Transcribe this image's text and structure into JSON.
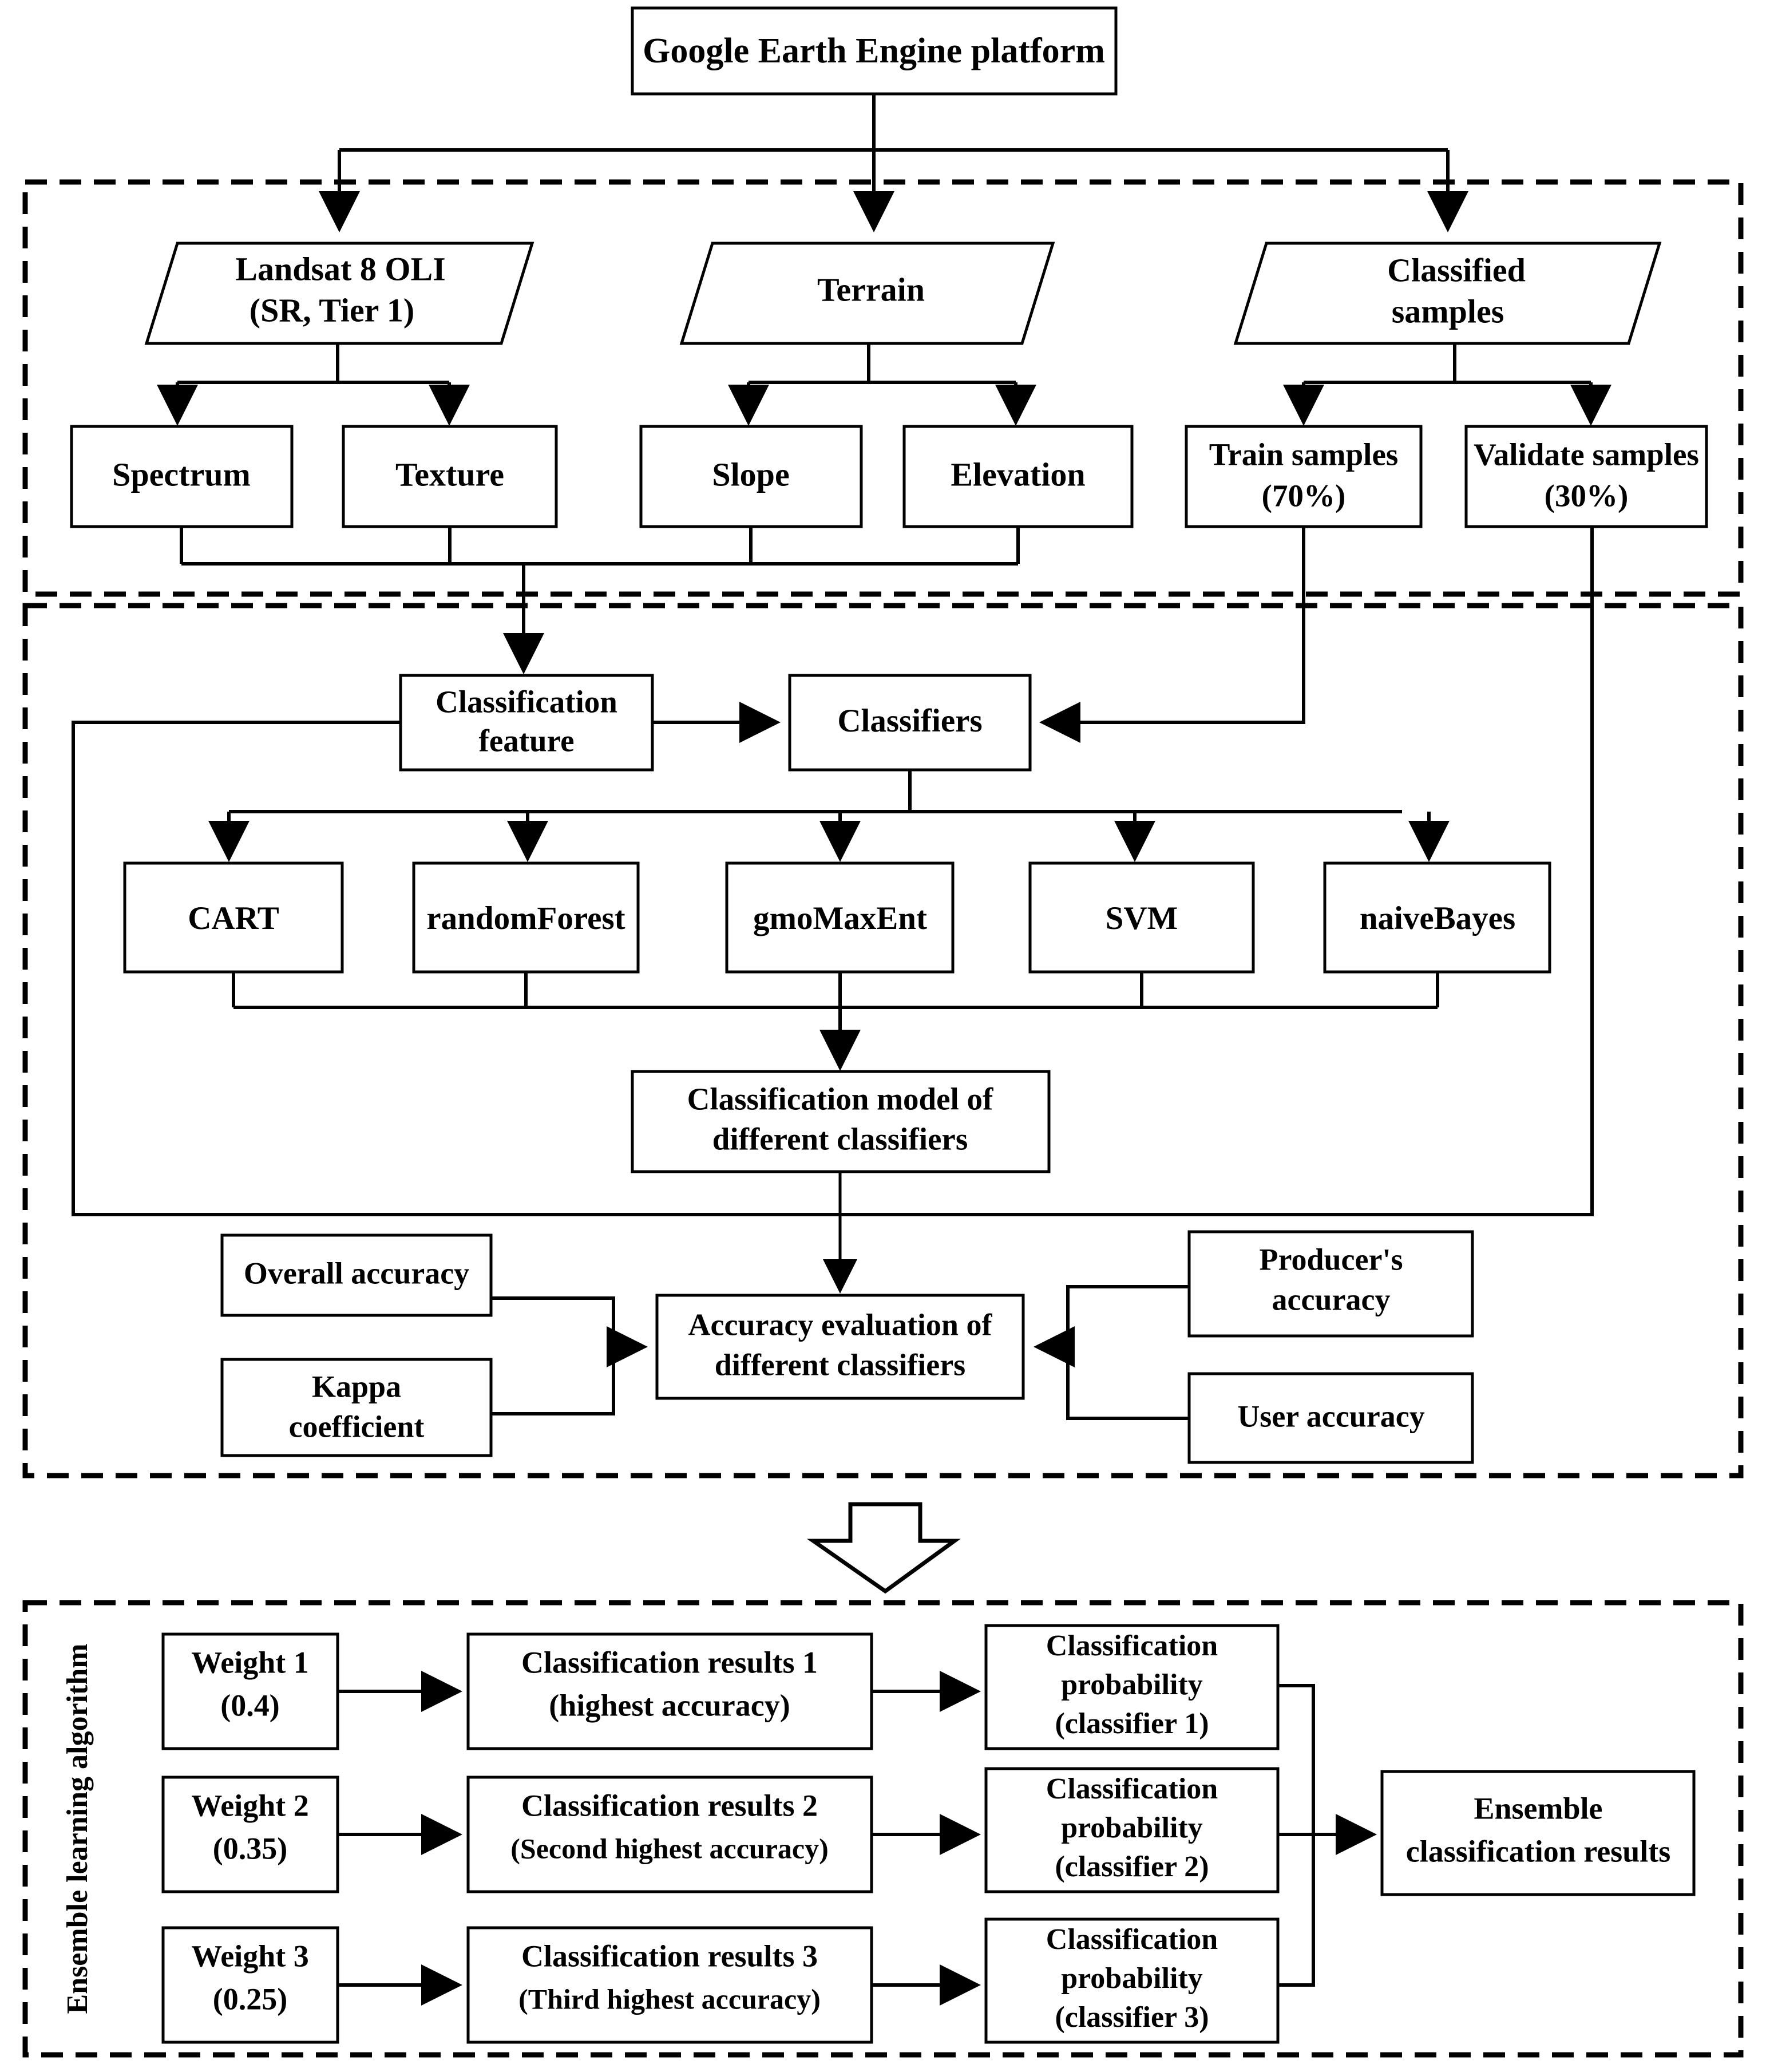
{
  "diagram": {
    "title": "Google Earth Engine classification and ensemble learning workflow",
    "platform": {
      "label": "Google Earth Engine platform"
    },
    "data_sources": [
      {
        "id": "landsat",
        "line1": "Landsat 8 OLI",
        "line2": "(SR, Tier 1)",
        "shape": "parallelogram"
      },
      {
        "id": "terrain",
        "line1": "Terrain",
        "line2": "",
        "shape": "parallelogram"
      },
      {
        "id": "classified-samples",
        "line1": "Classified",
        "line2": "samples",
        "shape": "parallelogram"
      }
    ],
    "features": [
      {
        "id": "spectrum",
        "label": "Spectrum"
      },
      {
        "id": "texture",
        "label": "Texture"
      },
      {
        "id": "slope",
        "label": "Slope"
      },
      {
        "id": "elevation",
        "label": "Elevation"
      }
    ],
    "samples": [
      {
        "id": "train-samples",
        "line1": "Train samples",
        "line2": "(70%)"
      },
      {
        "id": "validate-samples",
        "line1": "Validate samples",
        "line2": "(30%)"
      }
    ],
    "classification": {
      "feature_box": {
        "line1": "Classification",
        "line2": "feature"
      },
      "classifiers_box": {
        "label": "Classifiers"
      },
      "classifiers": [
        {
          "id": "cart",
          "label": "CART"
        },
        {
          "id": "random-forest",
          "label": "randomForest"
        },
        {
          "id": "gmo-maxent",
          "label": "gmoMaxEnt"
        },
        {
          "id": "svm",
          "label": "SVM"
        },
        {
          "id": "naive-bayes",
          "label": "naiveBayes"
        }
      ],
      "model_box": {
        "line1": "Classification model of",
        "line2": "different classifiers"
      }
    },
    "accuracy": {
      "evaluation_box": {
        "line1": "Accuracy evaluation of",
        "line2": "different classifiers"
      },
      "left_metrics": [
        {
          "id": "overall-accuracy",
          "line1": "Overall accuracy",
          "line2": ""
        },
        {
          "id": "kappa-coefficient",
          "line1": "Kappa",
          "line2": "coefficient"
        }
      ],
      "right_metrics": [
        {
          "id": "producers-accuracy",
          "line1": "Producer's",
          "line2": "accuracy"
        },
        {
          "id": "user-accuracy",
          "line1": "User accuracy",
          "line2": ""
        }
      ]
    },
    "ensemble": {
      "side_label": "Ensemble learning algorithm",
      "rows": [
        {
          "weight": {
            "id": "weight-1",
            "line1": "Weight 1",
            "line2": "(0.4)"
          },
          "result": {
            "id": "classification-results-1",
            "line1": "Classification results 1",
            "line2": "(highest accuracy)"
          },
          "probability": {
            "id": "classification-probability-1",
            "line1": "Classification",
            "line2": "probability",
            "line3": "(classifier 1)"
          }
        },
        {
          "weight": {
            "id": "weight-2",
            "line1": "Weight 2",
            "line2": "(0.35)"
          },
          "result": {
            "id": "classification-results-2",
            "line1": "Classification results 2",
            "line2": "(Second highest accuracy)"
          },
          "probability": {
            "id": "classification-probability-2",
            "line1": "Classification",
            "line2": "probability",
            "line3": "(classifier 2)"
          }
        },
        {
          "weight": {
            "id": "weight-3",
            "line1": "Weight 3",
            "line2": "(0.25)"
          },
          "result": {
            "id": "classification-results-3",
            "line1": "Classification results 3",
            "line2": "(Third highest accuracy)"
          },
          "probability": {
            "id": "classification-probability-3",
            "line1": "Classification",
            "line2": "probability",
            "line3": "(classifier 3)"
          }
        }
      ],
      "output": {
        "id": "ensemble-classification-results",
        "line1": "Ensemble",
        "line2": "classification results"
      }
    },
    "colors": {
      "stroke": "#000000",
      "fill": "#ffffff",
      "background": "#ffffff"
    }
  }
}
